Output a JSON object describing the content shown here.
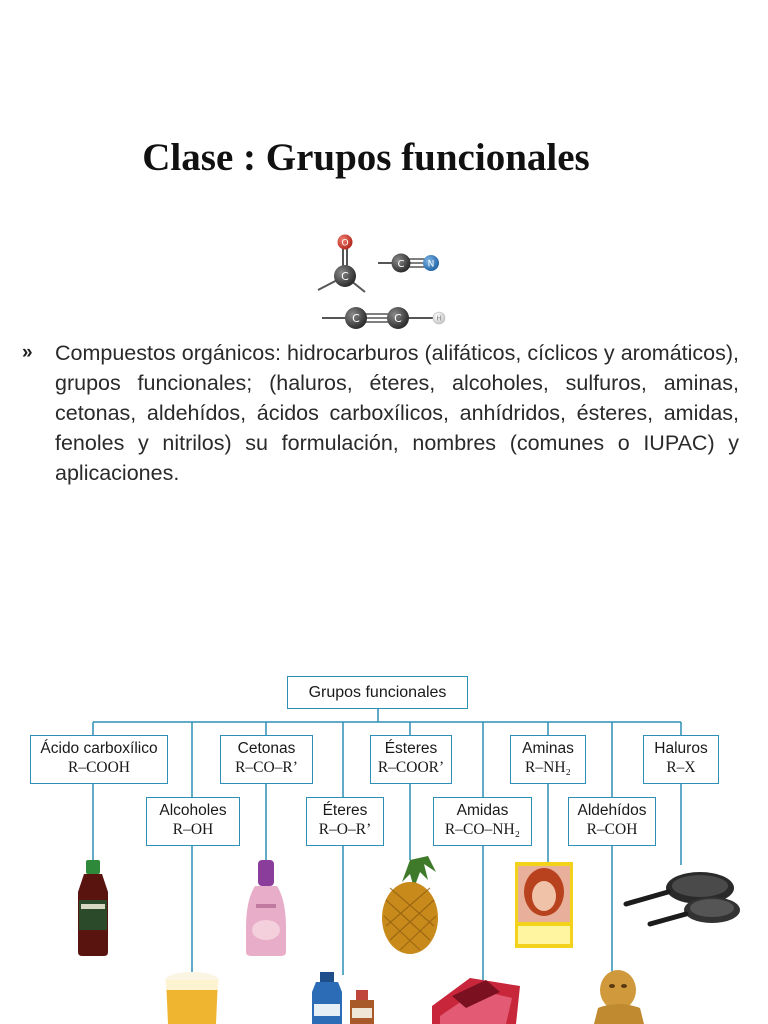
{
  "title": "Clase : Grupos funcionales",
  "bullet_symbol": "»",
  "paragraph": "Compuestos orgánicos: hidrocarburos (alifáticos, cíclicos y aromáticos), grupos funcionales; (haluros, éteres, alcoholes, sulfuros, aminas, cetonas, aldehídos, ácidos carboxílicos, anhídridos, ésteres, amidas, fenoles y nitrilos) su formulación, nombres (comunes o IUPAC) y aplicaciones.",
  "molecule_atoms": {
    "oxygen": "O",
    "carbon": "C",
    "nitrogen": "N",
    "hydrogen": "H"
  },
  "diagram": {
    "root": "Grupos funcionales",
    "groups": [
      {
        "name": "Ácido carboxílico",
        "formula": "R–COOH"
      },
      {
        "name": "Alcoholes",
        "formula": "R–OH"
      },
      {
        "name": "Cetonas",
        "formula": "R–CO–R’"
      },
      {
        "name": "Éteres",
        "formula": "R–O–R’"
      },
      {
        "name": "Ésteres",
        "formula": "R–COOR’"
      },
      {
        "name": "Amidas",
        "formula": "R–CO–NH₂"
      },
      {
        "name": "Aminas",
        "formula": "R–NH₂"
      },
      {
        "name": "Aldehídos",
        "formula": "R–COH"
      },
      {
        "name": "Haluros",
        "formula": "R–X"
      }
    ]
  },
  "colors": {
    "line": "#2d8fb5",
    "oxygen": "#d23a2e",
    "nitrogen": "#2f7fc0",
    "carbon": "#3b3b3b"
  }
}
